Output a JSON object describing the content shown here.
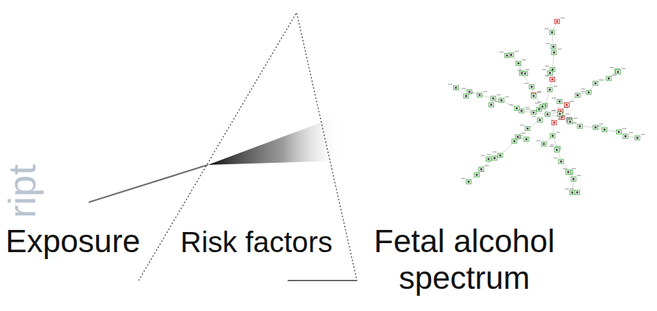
{
  "diagram": {
    "nodes": [
      {
        "text": [
          "Risk factors"
        ]
      }
    ],
    "labels": [
      "Exposure",
      "Fetal alcohol spectrum",
      "ript"
    ]
  }
}
